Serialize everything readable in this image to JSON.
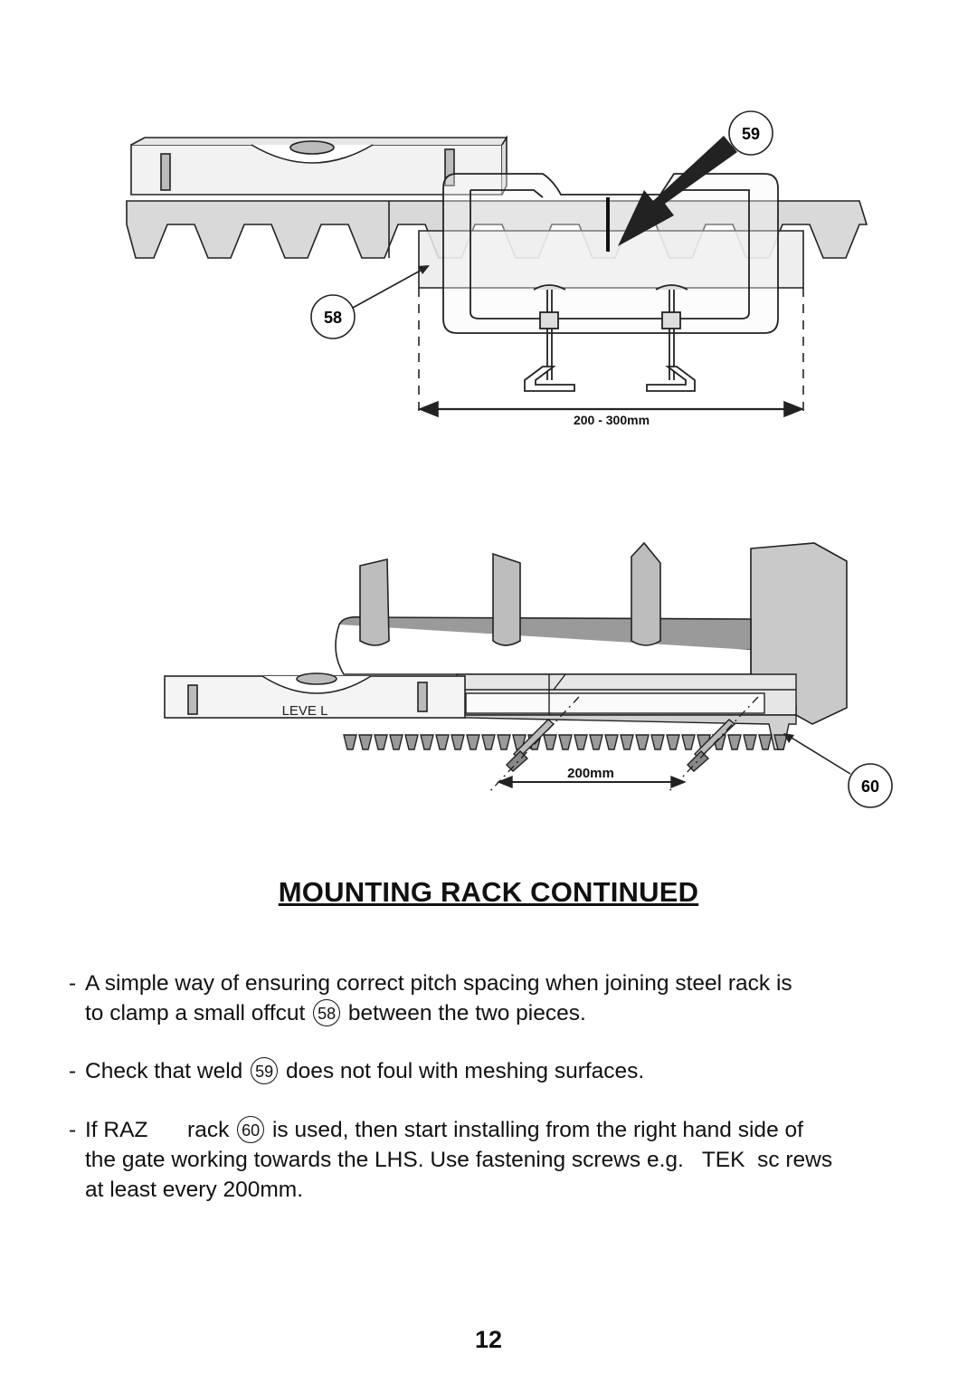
{
  "figure_top": {
    "callout_weld": "59",
    "callout_offcut": "58",
    "dimension": "200 - 300mm"
  },
  "figure_bottom": {
    "level_text": "LEVE L",
    "dimension": "200mm",
    "callout_rack": "60"
  },
  "heading": "MOUNTING RACK CONTINUED",
  "paragraphs": {
    "p1": {
      "dash": "-",
      "before": "A simple way of ensuring correct pitch spacing when joining steel rack is",
      "line2_before": "to clamp a small offcut",
      "callout": "58",
      "after": "between the two pieces."
    },
    "p2": {
      "dash": "-",
      "before": "Check that weld",
      "callout": "59",
      "after": "does not foul with meshing surfaces."
    },
    "p3": {
      "dash": "-",
      "before": "If RAZ",
      "mid": "rack",
      "callout": "60",
      "after": "is used, then start installing from the right hand side of",
      "line2": "the gate working towards the LHS. Use fastening screws e.g.   TEK  sc rews",
      "line3": "at least every 200mm."
    }
  },
  "page_number": "12"
}
